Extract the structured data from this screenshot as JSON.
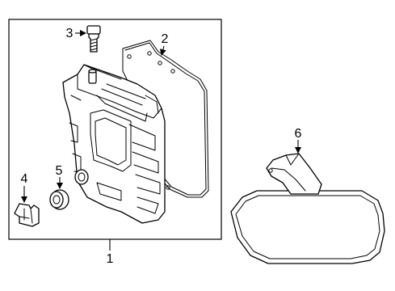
{
  "diagram": {
    "callouts": [
      "1",
      "2",
      "3",
      "4",
      "5",
      "6"
    ]
  }
}
